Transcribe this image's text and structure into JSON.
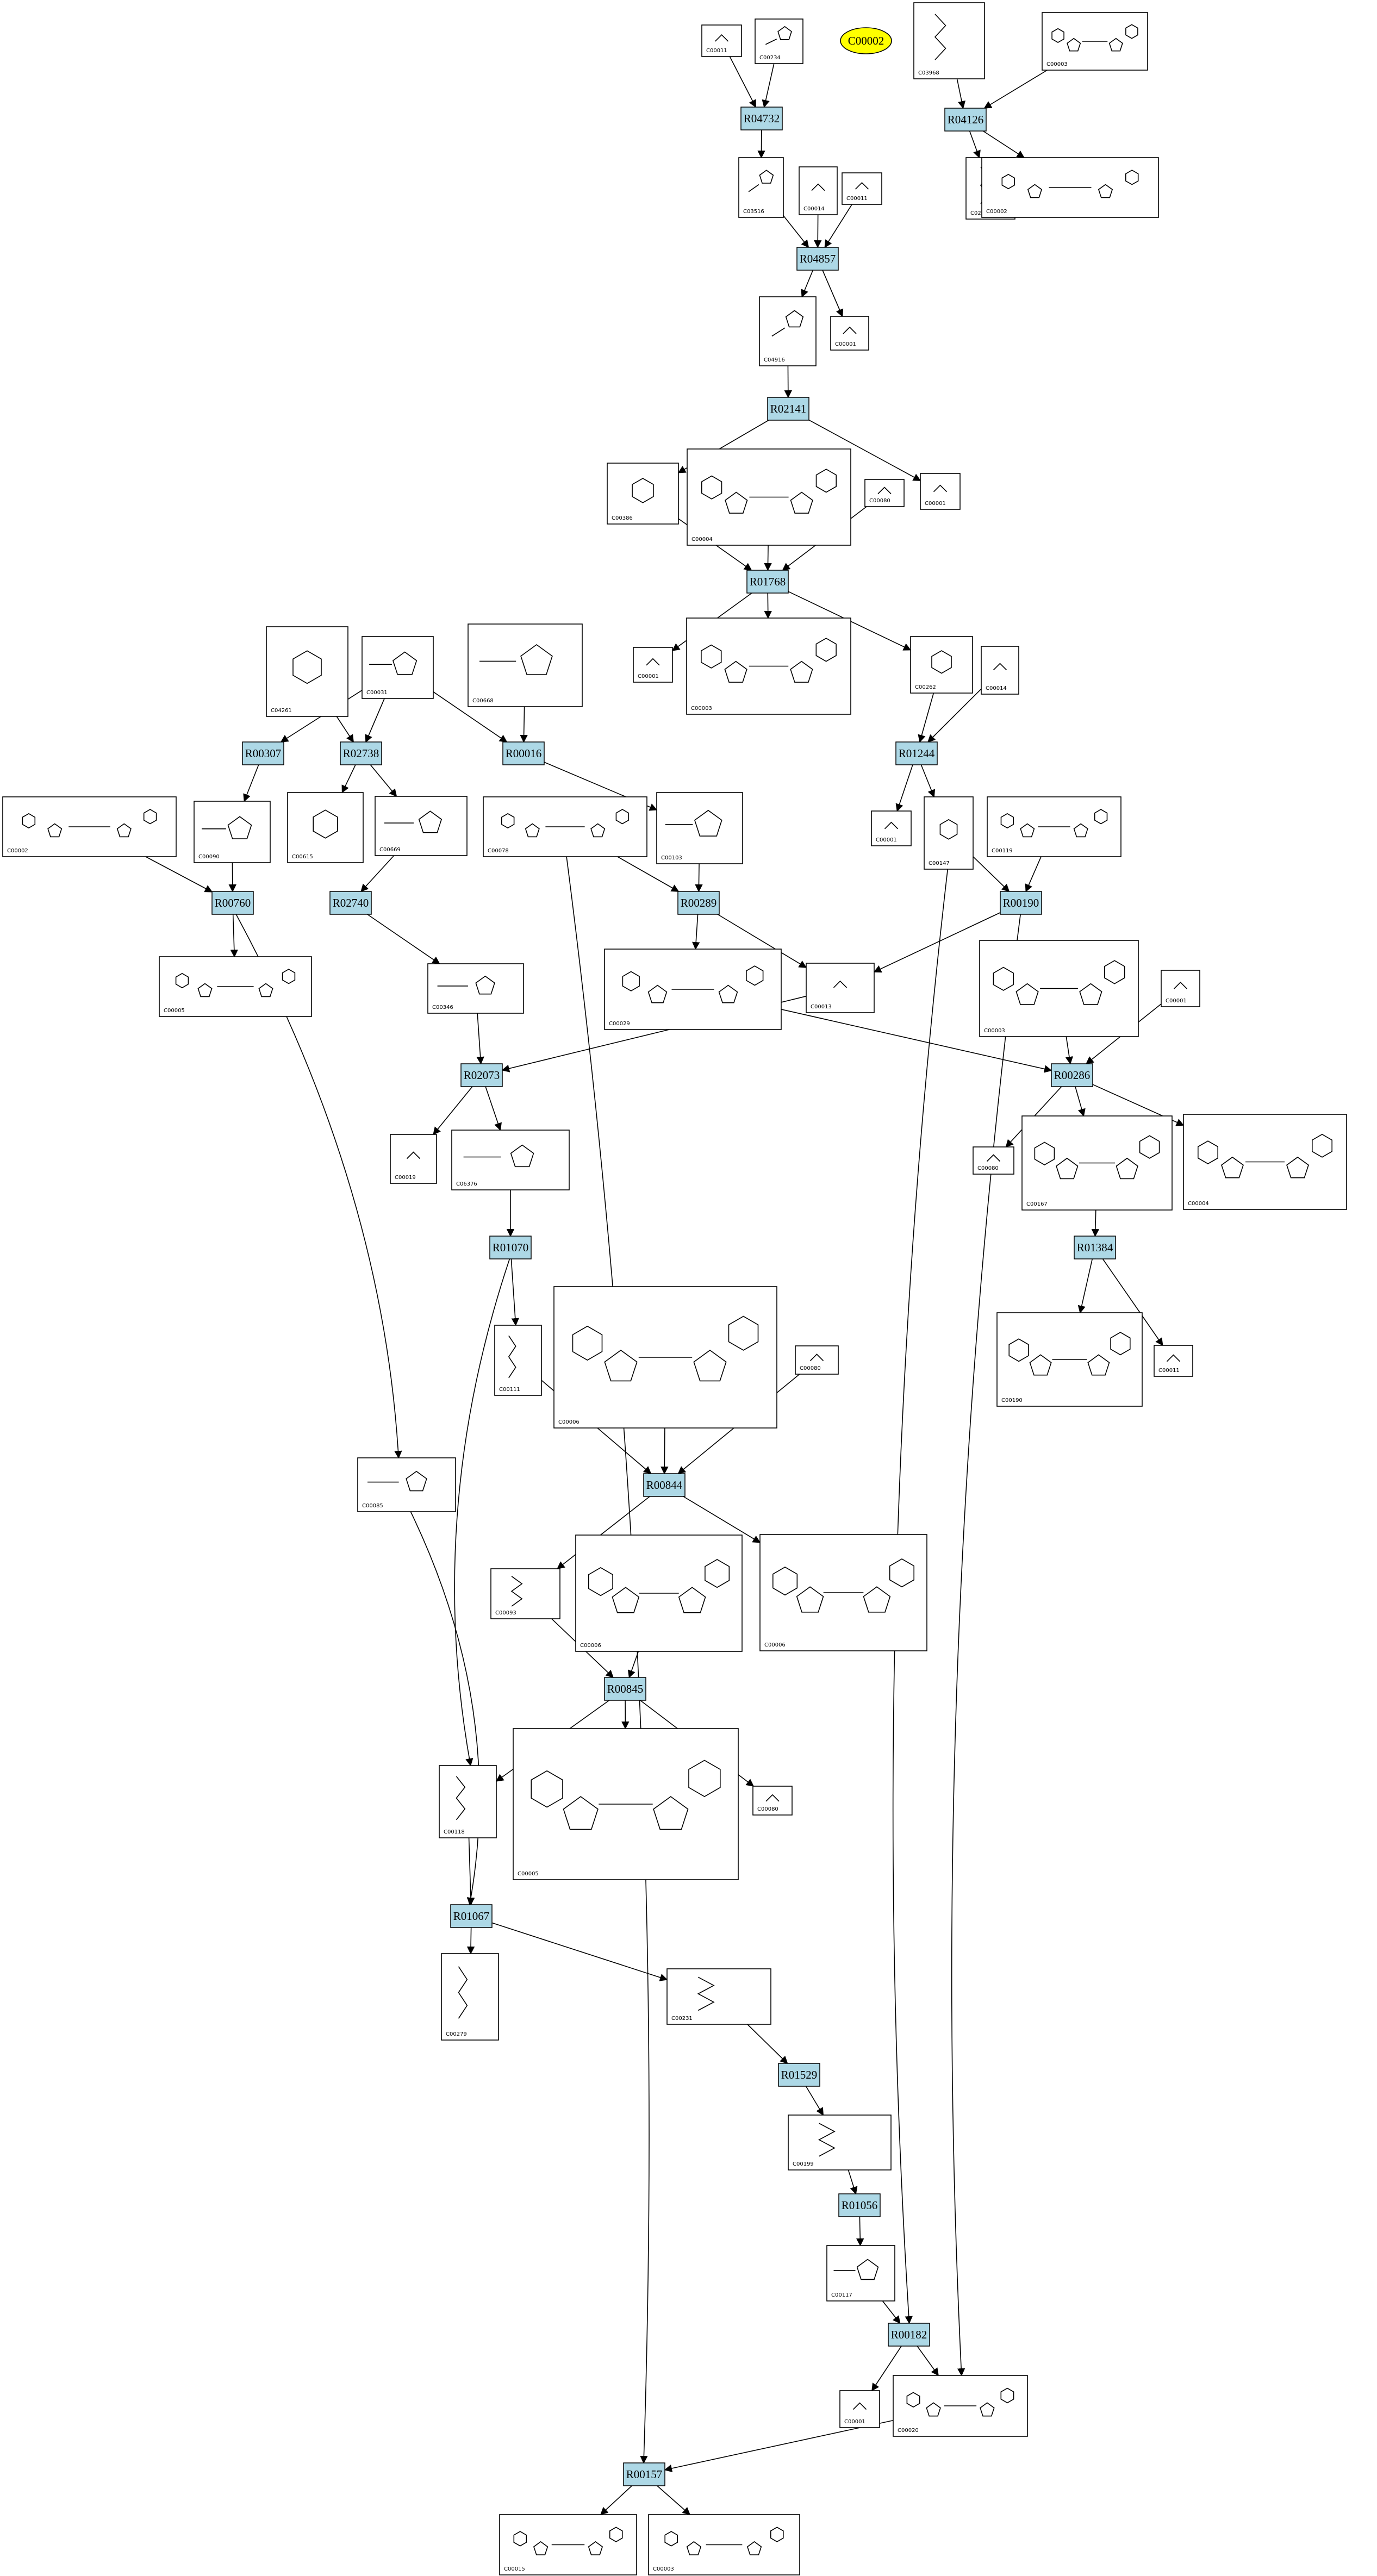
{
  "highlight": {
    "label": "C00002",
    "color": "#ffff00"
  },
  "colors": {
    "reaction_fill": "#add8e6",
    "stroke": "#000000",
    "background": "#ffffff"
  },
  "reactions": [
    {
      "id": "R04732"
    },
    {
      "id": "R04126"
    },
    {
      "id": "R04857"
    },
    {
      "id": "R02141"
    },
    {
      "id": "R01768"
    },
    {
      "id": "R00307"
    },
    {
      "id": "R02738"
    },
    {
      "id": "R00016"
    },
    {
      "id": "R01244"
    },
    {
      "id": "R00760"
    },
    {
      "id": "R02740"
    },
    {
      "id": "R00289"
    },
    {
      "id": "R00190"
    },
    {
      "id": "R02073"
    },
    {
      "id": "R00286"
    },
    {
      "id": "R01070"
    },
    {
      "id": "R01384"
    },
    {
      "id": "R00844"
    },
    {
      "id": "R00845"
    },
    {
      "id": "R01067"
    },
    {
      "id": "R01529"
    },
    {
      "id": "R01056"
    },
    {
      "id": "R00182"
    },
    {
      "id": "R00157"
    }
  ],
  "compounds": [
    {
      "id": "C00011",
      "label": "C00011"
    },
    {
      "id": "C00234",
      "label": "C00234"
    },
    {
      "id": "C03968",
      "label": "C03968"
    },
    {
      "id": "C00003",
      "label": "C00003"
    },
    {
      "id": "C03516",
      "label": "C03516"
    },
    {
      "id": "C00014",
      "label": "C00014"
    },
    {
      "id": "C00011b",
      "label": "C00011"
    },
    {
      "id": "C02775",
      "label": "C02775"
    },
    {
      "id": "C00002",
      "label": "C00002"
    },
    {
      "id": "C04916",
      "label": "C04916"
    },
    {
      "id": "C00001",
      "label": "C00001"
    },
    {
      "id": "C00386",
      "label": "C00386"
    },
    {
      "id": "C00004",
      "label": "C00004"
    },
    {
      "id": "C00080",
      "label": "C00080"
    },
    {
      "id": "C00001b",
      "label": "C00001"
    },
    {
      "id": "C04261",
      "label": "C04261"
    },
    {
      "id": "C00031",
      "label": "C00031"
    },
    {
      "id": "C00668",
      "label": "C00668"
    },
    {
      "id": "C00001c",
      "label": "C00001"
    },
    {
      "id": "C00003b",
      "label": "C00003"
    },
    {
      "id": "C00262",
      "label": "C00262"
    },
    {
      "id": "C00014b",
      "label": "C00014"
    },
    {
      "id": "C00002b",
      "label": "C00002"
    },
    {
      "id": "C00090",
      "label": "C00090"
    },
    {
      "id": "C00615",
      "label": "C00615"
    },
    {
      "id": "C00669",
      "label": "C00669"
    },
    {
      "id": "C00078",
      "label": "C00078"
    },
    {
      "id": "C00103",
      "label": "C00103"
    },
    {
      "id": "C00001d",
      "label": "C00001"
    },
    {
      "id": "C00147",
      "label": "C00147"
    },
    {
      "id": "C00119",
      "label": "C00119"
    },
    {
      "id": "C00005",
      "label": "C00005"
    },
    {
      "id": "C00346",
      "label": "C00346"
    },
    {
      "id": "C00029",
      "label": "C00029"
    },
    {
      "id": "C00013",
      "label": "C00013"
    },
    {
      "id": "C00003c",
      "label": "C00003"
    },
    {
      "id": "C00001e",
      "label": "C00001"
    },
    {
      "id": "C00019",
      "label": "C00019"
    },
    {
      "id": "C06376",
      "label": "C06376"
    },
    {
      "id": "C00080b",
      "label": "C00080"
    },
    {
      "id": "C00167",
      "label": "C00167"
    },
    {
      "id": "C00004b",
      "label": "C00004"
    },
    {
      "id": "C00111",
      "label": "C00111"
    },
    {
      "id": "C00006",
      "label": "C00006"
    },
    {
      "id": "C00080c",
      "label": "C00080"
    },
    {
      "id": "C00190",
      "label": "C00190"
    },
    {
      "id": "C00011c",
      "label": "C00011"
    },
    {
      "id": "C00085",
      "label": "C00085"
    },
    {
      "id": "C00093",
      "label": "C00093"
    },
    {
      "id": "C00006b",
      "label": "C00006"
    },
    {
      "id": "C00006c",
      "label": "C00006"
    },
    {
      "id": "C00118",
      "label": "C00118"
    },
    {
      "id": "C00005b",
      "label": "C00005"
    },
    {
      "id": "C00080d",
      "label": "C00080"
    },
    {
      "id": "C00279",
      "label": "C00279"
    },
    {
      "id": "C00231",
      "label": "C00231"
    },
    {
      "id": "C00199",
      "label": "C00199"
    },
    {
      "id": "C00117",
      "label": "C00117"
    },
    {
      "id": "C00001f",
      "label": "C00001"
    },
    {
      "id": "C00020",
      "label": "C00020"
    },
    {
      "id": "C00015",
      "label": "C00015"
    },
    {
      "id": "C00003d",
      "label": "C00003"
    }
  ]
}
